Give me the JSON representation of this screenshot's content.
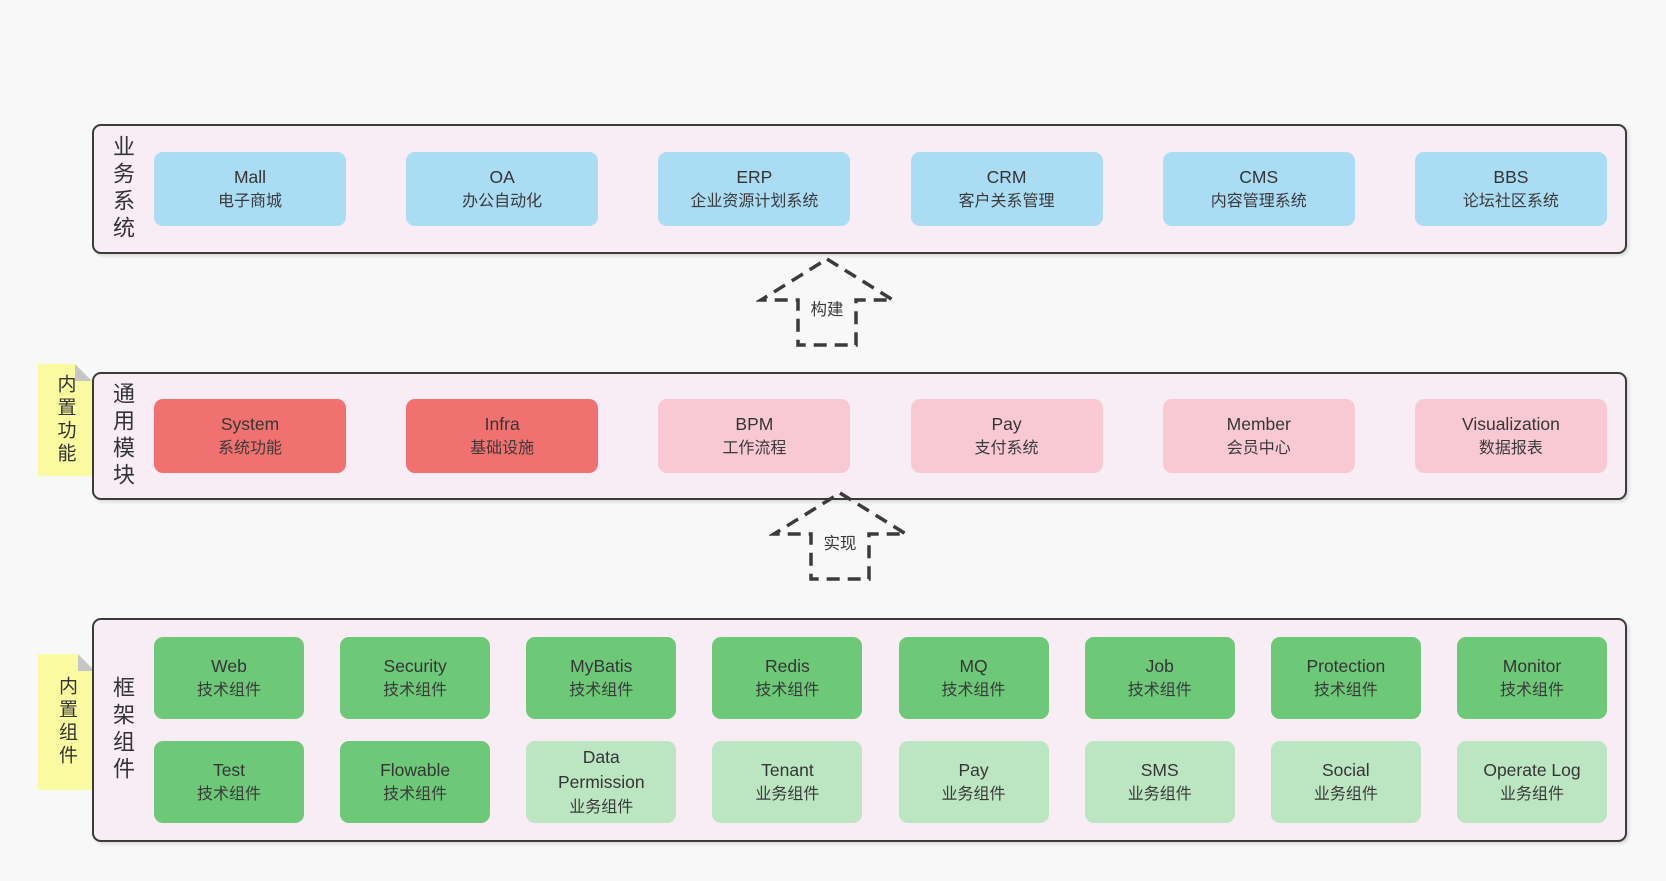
{
  "colors": {
    "canvas_bg": "#f8f8f8",
    "band_bg": "#f8edf5",
    "band_border": "#3b3b3b",
    "blue_box": "#aadcf4",
    "red_box": "#f0716f",
    "pink_box": "#f9c9d3",
    "green_box": "#6dc878",
    "light_green_box": "#bce5c1",
    "sticky_note": "#fafaa0",
    "text": "#3a3a3a"
  },
  "arrows": [
    {
      "label": "构建"
    },
    {
      "label": "实现"
    }
  ],
  "bands": {
    "business": {
      "label": "业务系统",
      "boxes": [
        {
          "name": "Mall",
          "desc": "电子商城",
          "variant": "blue"
        },
        {
          "name": "OA",
          "desc": "办公自动化",
          "variant": "blue"
        },
        {
          "name": "ERP",
          "desc": "企业资源计划系统",
          "variant": "blue"
        },
        {
          "name": "CRM",
          "desc": "客户关系管理",
          "variant": "blue"
        },
        {
          "name": "CMS",
          "desc": "内容管理系统",
          "variant": "blue"
        },
        {
          "name": "BBS",
          "desc": "论坛社区系统",
          "variant": "blue"
        }
      ]
    },
    "modules": {
      "label": "通用模块",
      "sticky": "内置功能",
      "boxes": [
        {
          "name": "System",
          "desc": "系统功能",
          "variant": "red"
        },
        {
          "name": "Infra",
          "desc": "基础设施",
          "variant": "red"
        },
        {
          "name": "BPM",
          "desc": "工作流程",
          "variant": "pink"
        },
        {
          "name": "Pay",
          "desc": "支付系统",
          "variant": "pink"
        },
        {
          "name": "Member",
          "desc": "会员中心",
          "variant": "pink"
        },
        {
          "name": "Visualization",
          "desc": "数据报表",
          "variant": "pink"
        }
      ]
    },
    "components": {
      "label": "框架组件",
      "sticky": "内置组件",
      "row1": [
        {
          "name": "Web",
          "desc": "技术组件",
          "variant": "green"
        },
        {
          "name": "Security",
          "desc": "技术组件",
          "variant": "green"
        },
        {
          "name": "MyBatis",
          "desc": "技术组件",
          "variant": "green"
        },
        {
          "name": "Redis",
          "desc": "技术组件",
          "variant": "green"
        },
        {
          "name": "MQ",
          "desc": "技术组件",
          "variant": "green"
        },
        {
          "name": "Job",
          "desc": "技术组件",
          "variant": "green"
        },
        {
          "name": "Protection",
          "desc": "技术组件",
          "variant": "green"
        },
        {
          "name": "Monitor",
          "desc": "技术组件",
          "variant": "green"
        }
      ],
      "row2": [
        {
          "name": "Test",
          "desc": "技术组件",
          "variant": "green"
        },
        {
          "name": "Flowable",
          "desc": "技术组件",
          "variant": "green"
        },
        {
          "name": "Data Permission",
          "desc": "业务组件",
          "variant": "lightgreen"
        },
        {
          "name": "Tenant",
          "desc": "业务组件",
          "variant": "lightgreen"
        },
        {
          "name": "Pay",
          "desc": "业务组件",
          "variant": "lightgreen"
        },
        {
          "name": "SMS",
          "desc": "业务组件",
          "variant": "lightgreen"
        },
        {
          "name": "Social",
          "desc": "业务组件",
          "variant": "lightgreen"
        },
        {
          "name": "Operate Log",
          "desc": "业务组件",
          "variant": "lightgreen"
        }
      ]
    }
  }
}
